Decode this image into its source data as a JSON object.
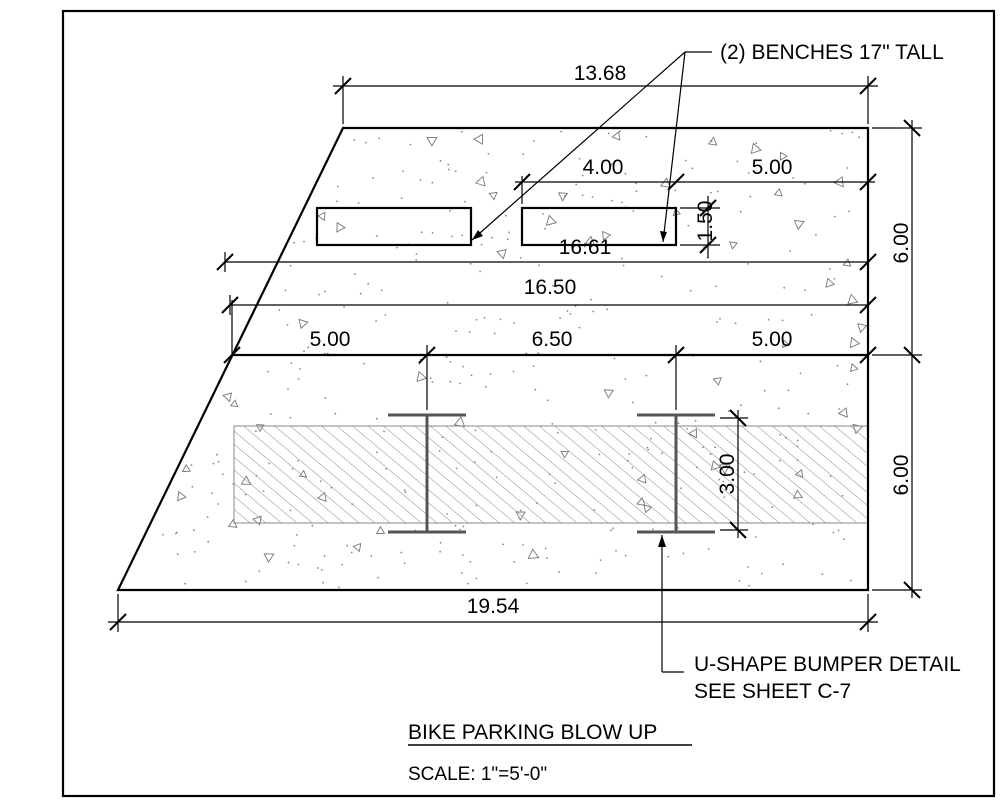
{
  "drawing": {
    "title": "BIKE PARKING BLOW UP",
    "scale": "SCALE: 1\"=5'-0\"",
    "notes": {
      "benches": "(2) BENCHES 17\" TALL",
      "bumper_line1": "U-SHAPE BUMPER DETAIL",
      "bumper_line2": "SEE SHEET C-7"
    },
    "dimensions": {
      "top_width": "13.68",
      "bench_spacing": "4.00",
      "bench_offset": "5.00",
      "bench_depth": "1.50",
      "bench_line": "16.61",
      "mid_width": "16.50",
      "rack_left": "5.00",
      "rack_spacing": "6.50",
      "rack_right": "5.00",
      "upper_height": "6.00",
      "lower_height": "6.00",
      "rack_zone_height": "3.00",
      "bottom_width": "19.54"
    }
  }
}
